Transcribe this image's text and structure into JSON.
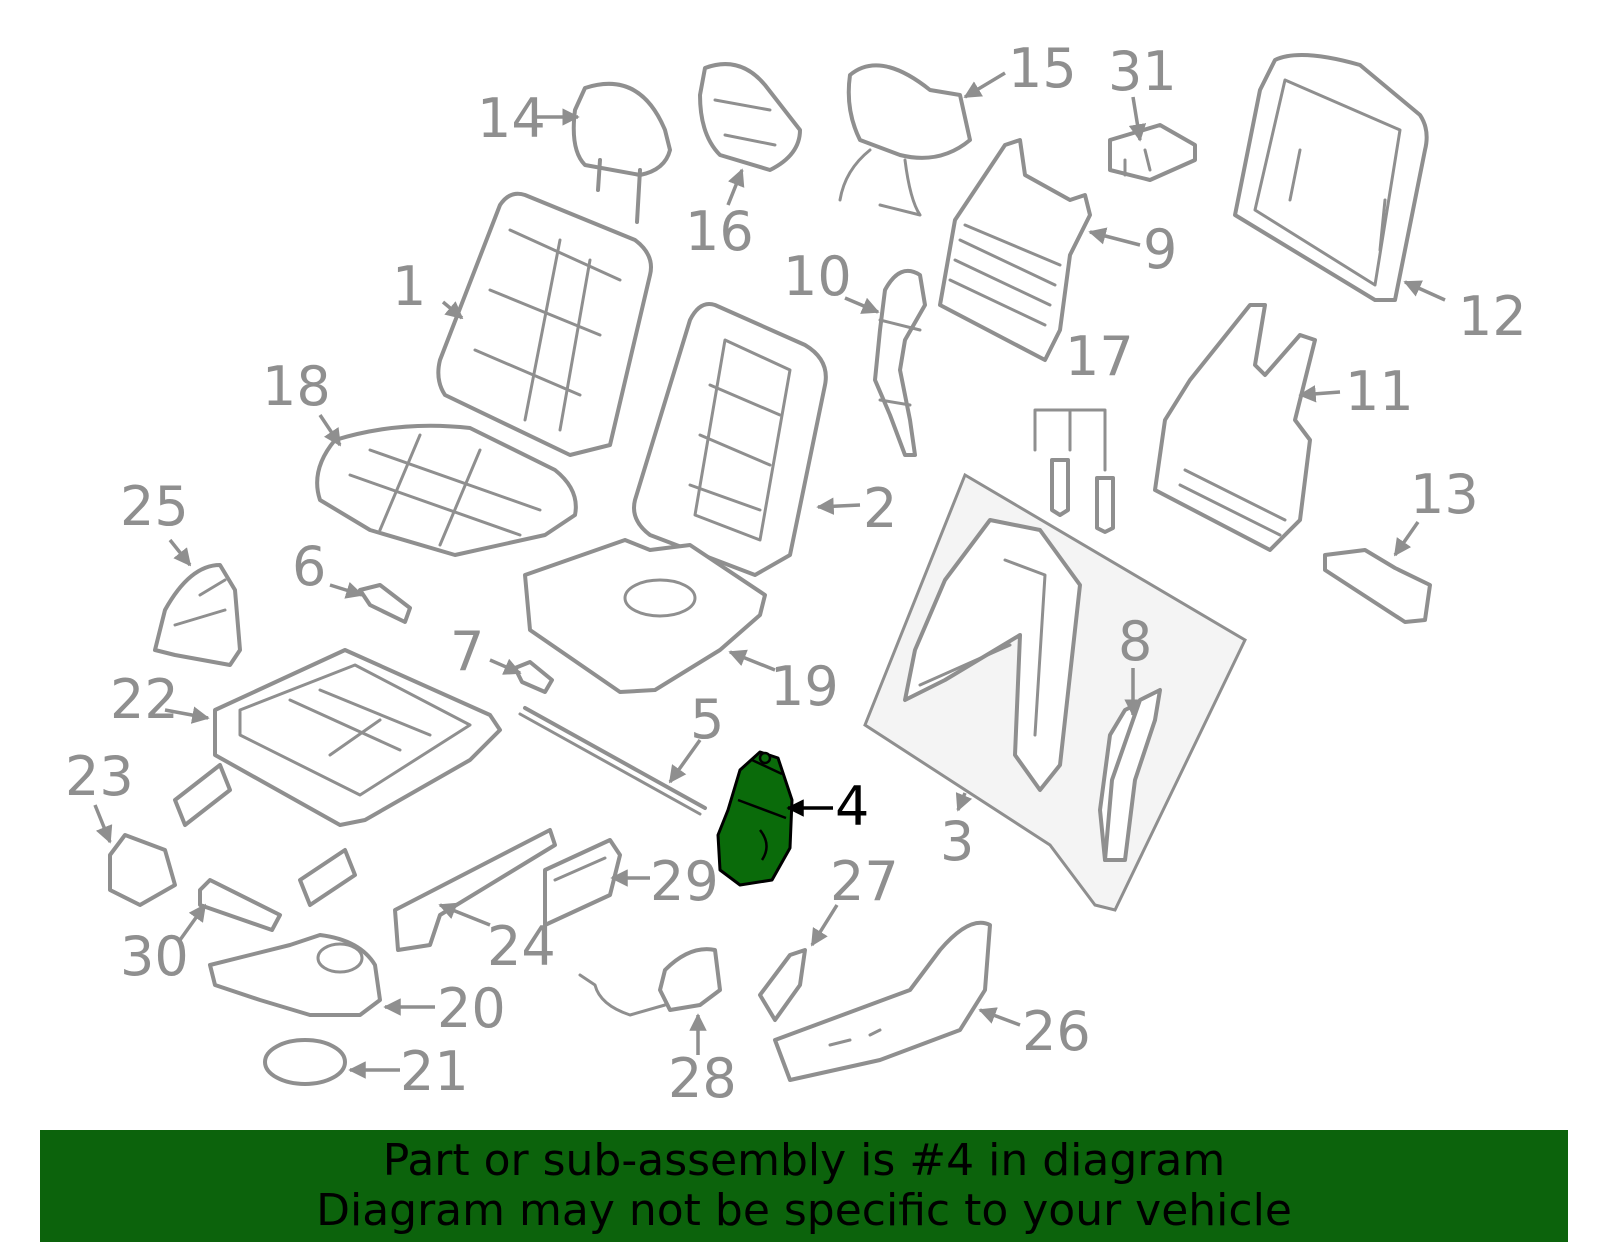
{
  "colors": {
    "line": "#8f8f8f",
    "highlight_part": "#0a6b0a",
    "banner_bg": "#0c630c",
    "banner_text": "#000000",
    "highlight_label": "#000000"
  },
  "highlighted_part": "4",
  "callouts": {
    "c1": "1",
    "c2": "2",
    "c3": "3",
    "c4": "4",
    "c5": "5",
    "c6": "6",
    "c7": "7",
    "c8": "8",
    "c9": "9",
    "c10": "10",
    "c11": "11",
    "c12": "12",
    "c13": "13",
    "c14": "14",
    "c15": "15",
    "c16": "16",
    "c17": "17",
    "c18": "18",
    "c19": "19",
    "c20": "20",
    "c21": "21",
    "c22": "22",
    "c23": "23",
    "c24": "24",
    "c25": "25",
    "c26": "26",
    "c27": "27",
    "c28": "28",
    "c29": "29",
    "c30": "30",
    "c31": "31"
  },
  "banner": {
    "line1": "Part or sub-assembly is #4 in diagram",
    "line2": "Diagram may not be specific to your vehicle"
  }
}
